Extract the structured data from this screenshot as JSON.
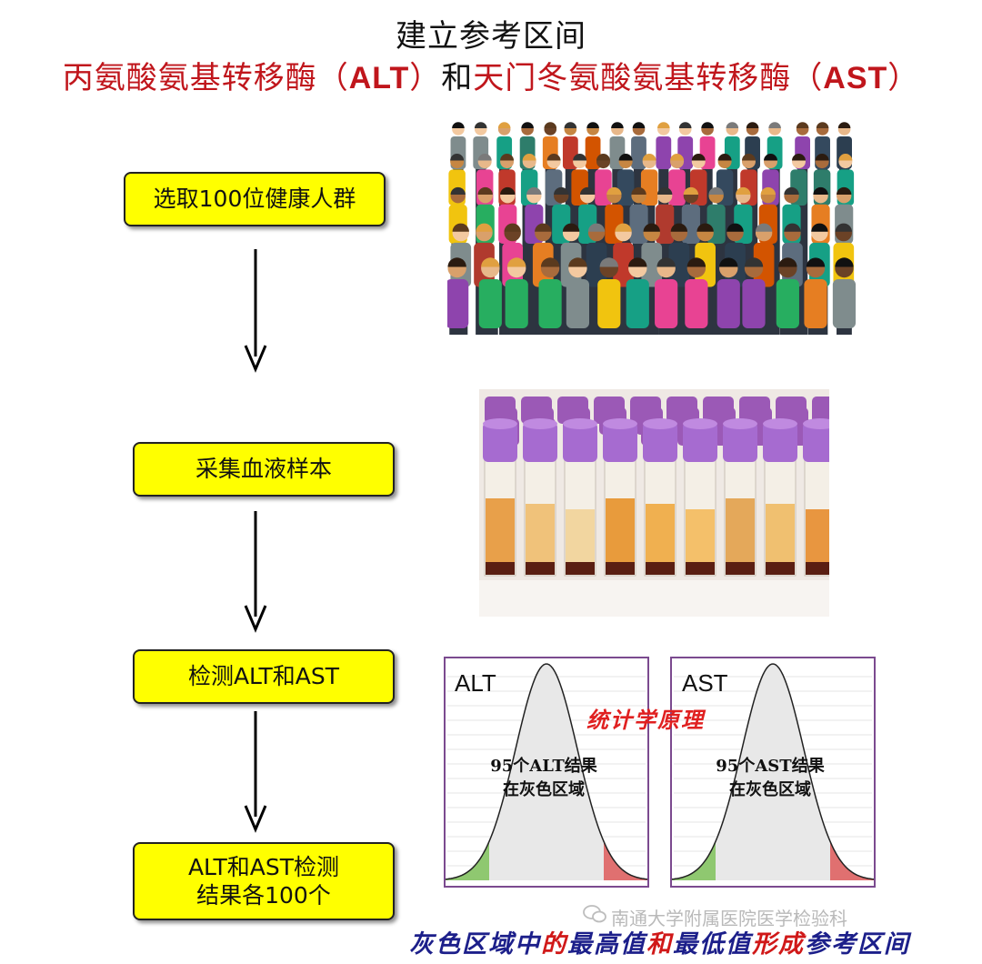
{
  "title": "建立参考区间",
  "subtitle": {
    "part1": "丙氨酸氨基转移酶（",
    "abbr1": "ALT",
    "part2": "）",
    "and": "和",
    "part3": "天门冬氨酸氨基转移酶（",
    "abbr2": "AST",
    "part4": "）"
  },
  "steps": [
    "选取100位健康人群",
    "采集血液样本",
    "检测ALT和AST",
    "ALT和AST检测\n结果各100个"
  ],
  "charts": [
    {
      "label": "ALT",
      "caption_line1": "95个ALT结果",
      "caption_line2": "在灰色区域"
    },
    {
      "label": "AST",
      "caption_line1": "95个AST结果",
      "caption_line2": "在灰色区域"
    }
  ],
  "stat_note": "统计学原理",
  "watermark": "南通大学附属医院医学检验科",
  "footer": {
    "p1": "灰色区域中",
    "p2": "的",
    "p3": "最高值",
    "p4": "和",
    "p5": "最低值",
    "p6": "形成",
    "p7": "参考区间"
  },
  "colors": {
    "step_fill": "#ffff00",
    "title_red": "#c0161c",
    "chart_border": "#7b4a8f",
    "tail_green": "#8fc870",
    "tail_red": "#e07070",
    "footer_blue": "#1c1f8a"
  }
}
